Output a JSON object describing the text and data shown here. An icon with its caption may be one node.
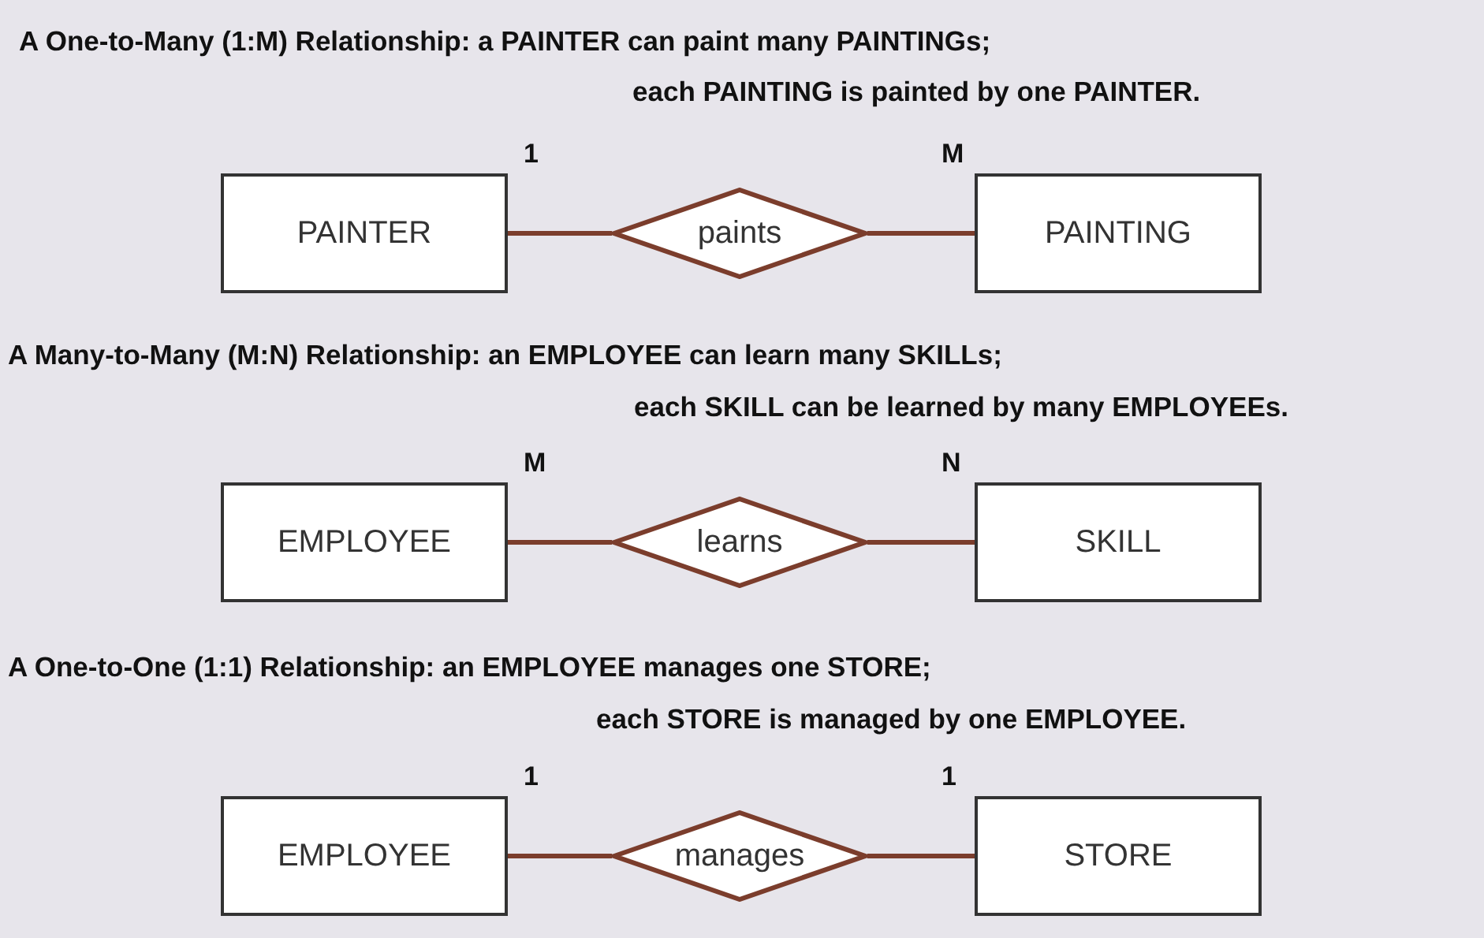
{
  "diagram": {
    "nodes": [
      {
        "text": [
          "PAINTER"
        ],
        "beside": [
          "1"
        ]
      },
      {
        "text": [
          "paints"
        ]
      },
      {
        "text": [
          "PAINTING"
        ],
        "beside": [
          "M"
        ]
      },
      {
        "text": [
          "EMPLOYEE"
        ],
        "beside": [
          "M"
        ]
      },
      {
        "text": [
          "learns"
        ]
      },
      {
        "text": [
          "SKILL"
        ],
        "beside": [
          "N"
        ]
      },
      {
        "text": [
          "EMPLOYEE"
        ],
        "beside": [
          "1"
        ]
      },
      {
        "text": [
          "manages"
        ]
      },
      {
        "text": [
          "STORE"
        ],
        "beside": [
          "1"
        ]
      }
    ],
    "edges": [
      {
        "from": 0,
        "to": 1,
        "arrow": "none"
      },
      {
        "from": 1,
        "to": 2,
        "arrow": "none"
      },
      {
        "from": 3,
        "to": 4,
        "arrow": "none"
      },
      {
        "from": 4,
        "to": 5,
        "arrow": "none"
      },
      {
        "from": 6,
        "to": 7,
        "arrow": "none"
      },
      {
        "from": 7,
        "to": 8,
        "arrow": "none"
      }
    ],
    "labels": [
      "A One-to-Many (1:M) Relationship: a PAINTER can paint many PAINTINGs;",
      "each PAINTING is painted by one PAINTER.",
      "A Many-to-Many (M:N) Relationship: an EMPLOYEE can learn many SKILLs;",
      "each SKILL can be learned by many EMPLOYEEs.",
      "A One-to-One (1:1) Relationship: an EMPLOYEE manages one STORE;",
      "each STORE is managed by one EMPLOYEE."
    ]
  }
}
